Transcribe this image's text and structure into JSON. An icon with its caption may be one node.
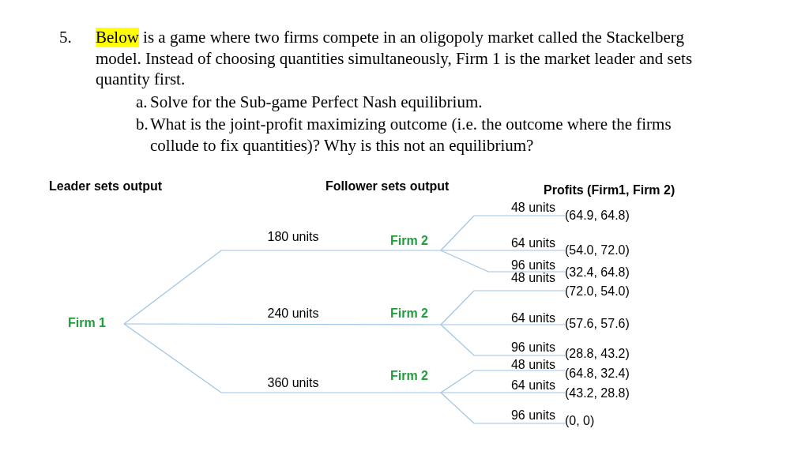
{
  "diagram": {
    "nodes": [
      {
        "text": [
          "Firm 1"
        ]
      },
      {
        "text": [
          "Firm 2"
        ]
      },
      {
        "text": [
          "Firm 2"
        ]
      },
      {
        "text": [
          "Firm 2"
        ]
      },
      {
        "text": [
          "(64.9, 64.8)"
        ]
      },
      {
        "text": [
          "(54.0, 72.0)"
        ]
      },
      {
        "text": [
          "(32.4, 64.8)"
        ]
      },
      {
        "text": [
          "(72.0, 54.0)"
        ]
      },
      {
        "text": [
          "(57.6, 57.6)"
        ]
      },
      {
        "text": [
          "(28.8, 43.2)"
        ]
      },
      {
        "text": [
          "(64.8, 32.4)"
        ]
      },
      {
        "text": [
          "(43.2, 28.8)"
        ]
      },
      {
        "text": [
          "(0, 0)"
        ]
      }
    ],
    "edges": [
      {
        "from": 0,
        "to": 1,
        "arrow": "none",
        "label": "180 units"
      },
      {
        "from": 0,
        "to": 2,
        "arrow": "none",
        "label": "240 units"
      },
      {
        "from": 0,
        "to": 3,
        "arrow": "none",
        "label": "360 units"
      },
      {
        "from": 1,
        "to": 4,
        "arrow": "none",
        "label": "48 units"
      },
      {
        "from": 1,
        "to": 5,
        "arrow": "none",
        "label": "64 units"
      },
      {
        "from": 1,
        "to": 6,
        "arrow": "none",
        "label": "96 units"
      },
      {
        "from": 2,
        "to": 7,
        "arrow": "none",
        "label": "48 units"
      },
      {
        "from": 2,
        "to": 8,
        "arrow": "none",
        "label": "64 units"
      },
      {
        "from": 2,
        "to": 9,
        "arrow": "none",
        "label": "96 units"
      },
      {
        "from": 3,
        "to": 10,
        "arrow": "none",
        "label": "48 units"
      },
      {
        "from": 3,
        "to": 11,
        "arrow": "none",
        "label": "64 units"
      },
      {
        "from": 3,
        "to": 12,
        "arrow": "none",
        "label": "96 units"
      }
    ],
    "labels": [
      "5.",
      "Below is a game where two firms compete in an oligopoly market called the Stackelberg model. Instead of choosing quantities simultaneously, Firm 1 is the market leader and sets quantity first.",
      "a.",
      "Solve for the Sub-game Perfect Nash equilibrium.",
      "b.",
      "What is the joint-profit maximizing outcome (i.e. the outcome where the firms collude to fix quantities)? Why is this not an equilibrium?",
      "Leader sets output",
      "Follower sets output",
      "Profits (Firm1, Firm 2)"
    ]
  }
}
